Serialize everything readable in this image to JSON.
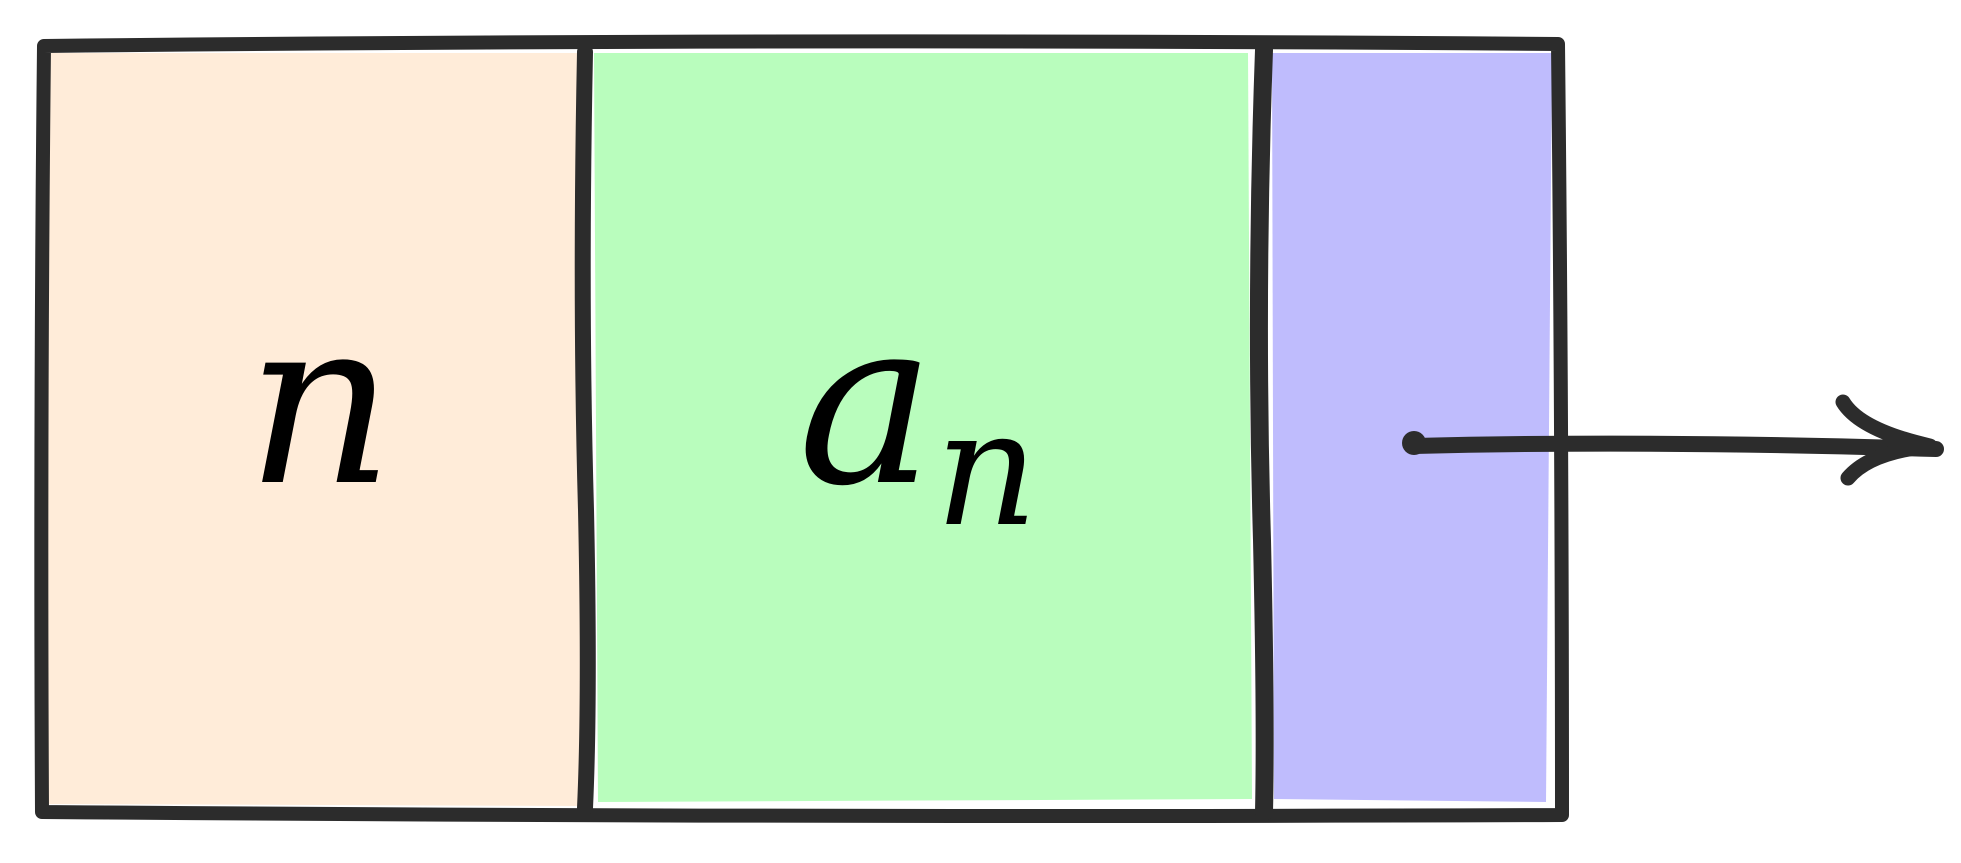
{
  "diagram": {
    "cells": [
      {
        "id": "index",
        "label": "n",
        "fill": "#ffecd9"
      },
      {
        "id": "value",
        "label": "a",
        "subscript": "n",
        "fill": "#b9fdbd"
      },
      {
        "id": "pointer",
        "label": "",
        "fill": "#bfbcfd"
      }
    ],
    "stroke_color": "#2c2c2c",
    "text_color": "#000000"
  }
}
